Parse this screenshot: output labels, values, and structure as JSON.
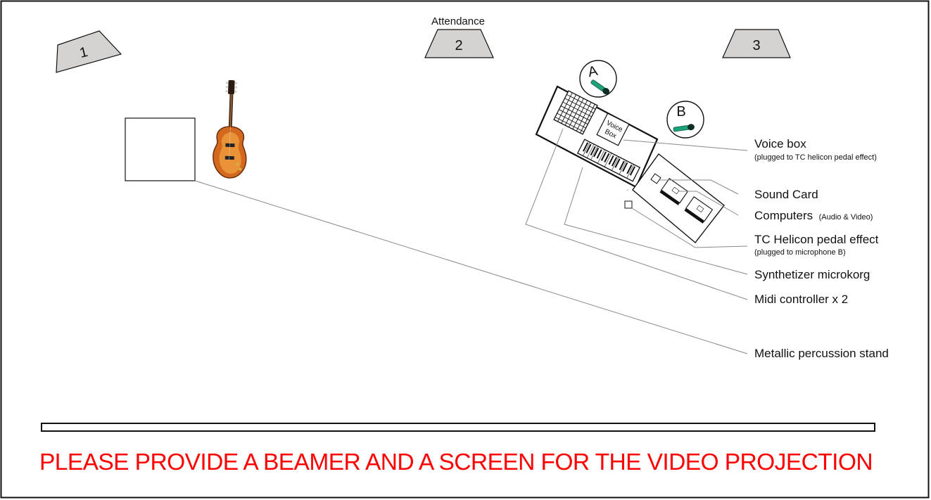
{
  "attendance_label": "Attendance",
  "monitors": [
    {
      "number": "1"
    },
    {
      "number": "2"
    },
    {
      "number": "3"
    }
  ],
  "microphones": [
    {
      "letter": "A"
    },
    {
      "letter": "B"
    }
  ],
  "voice_box_label": [
    "Voice",
    "Box"
  ],
  "labels": {
    "voice_box": {
      "main": "Voice box",
      "sub": "(plugged to TC helicon pedal effect)"
    },
    "sound_card": {
      "main": "Sound Card"
    },
    "computers": {
      "main": "Computers",
      "sub": "(Audio & Video)"
    },
    "tc_helicon": {
      "main": "TC Helicon pedal effect",
      "sub": "(plugged to microphone B)"
    },
    "synthetizer": {
      "main": "Synthetizer microkorg"
    },
    "midi": {
      "main": "Midi controller x 2"
    },
    "percussion": {
      "main": "Metallic percussion stand"
    }
  },
  "notice": "PLEASE PROVIDE A  BEAMER AND A SCREEN FOR THE VIDEO PROJECTION",
  "colors": {
    "notice": "#ff0000",
    "monitor_fill": "#d5d2d2",
    "mic_green": "#1aa37a",
    "guitar_body": "#d2691e"
  }
}
